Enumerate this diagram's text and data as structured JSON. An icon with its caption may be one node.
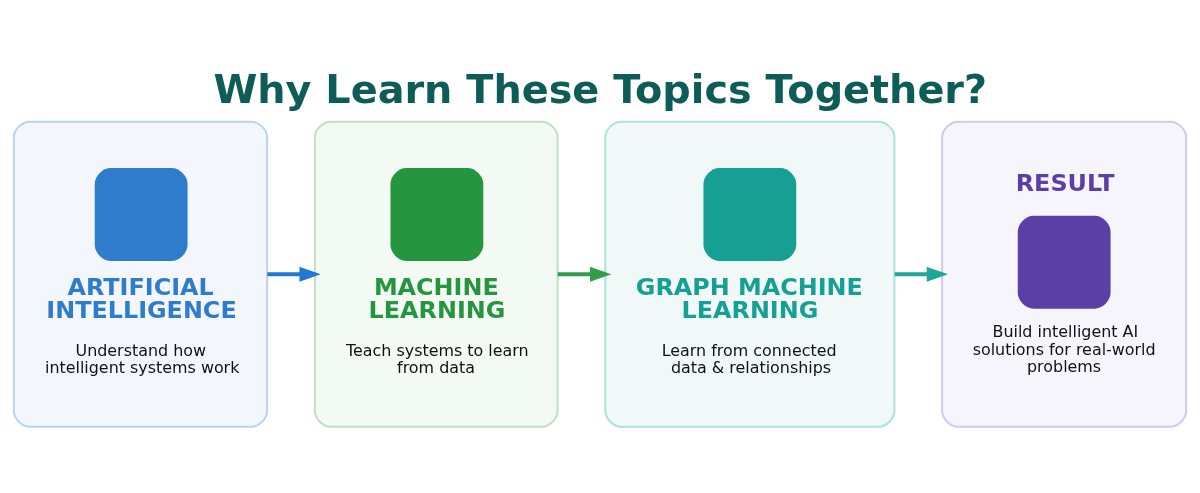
{
  "diagram": {
    "title": "Why Learn These Topics Together?",
    "nodes": [
      {
        "text": [
          "ARTIFICIAL INTELLIGENCE",
          "Understand how intelligent systems work"
        ]
      },
      {
        "text": [
          "MACHINE LEARNING",
          "Teach systems to learn from data"
        ]
      },
      {
        "text": [
          "GRAPH MACHINE LEARNING",
          "Learn from connected data & relationships"
        ]
      },
      {
        "text": [
          "RESULT",
          "Build intelligent AI solutions for real-world problems"
        ]
      }
    ],
    "edges": [
      {
        "from": 0,
        "to": 1,
        "arrow": "to",
        "color": "#1f78d1"
      },
      {
        "from": 1,
        "to": 2,
        "arrow": "to",
        "color": "#2e9e48"
      },
      {
        "from": 2,
        "to": 3,
        "arrow": "to",
        "color": "#1fa59a"
      }
    ]
  }
}
